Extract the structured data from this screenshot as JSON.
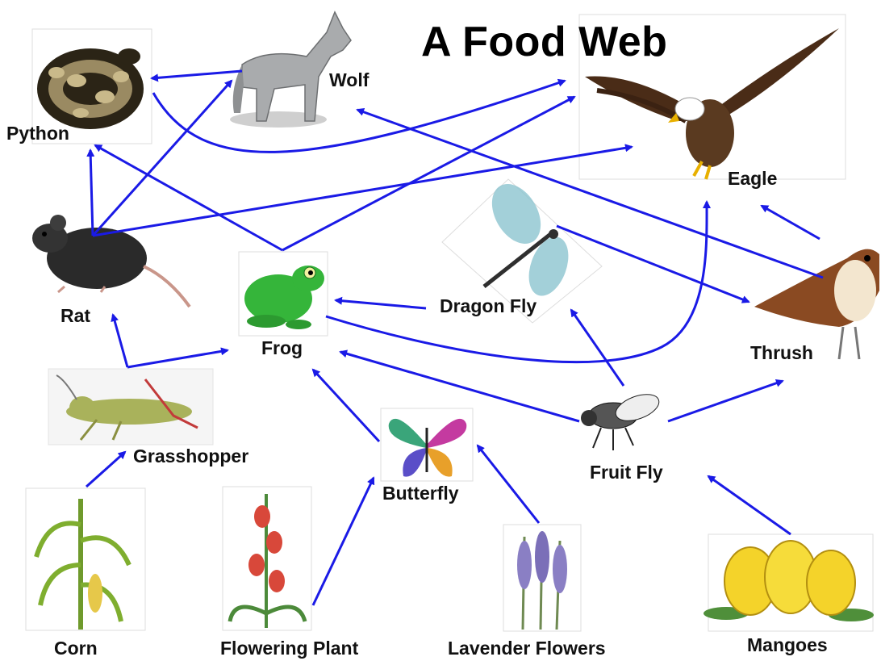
{
  "title": "A Food Web",
  "colors": {
    "arrow": "#1a1ae6"
  },
  "organisms": {
    "python": "Python",
    "wolf": "Wolf",
    "eagle": "Eagle",
    "rat": "Rat",
    "frog": "Frog",
    "dragonfly": "Dragon Fly",
    "thrush": "Thrush",
    "grasshopper": "Grasshopper",
    "butterfly": "Butterfly",
    "fruitfly": "Fruit Fly",
    "corn": "Corn",
    "flowering_plant": "Flowering Plant",
    "lavender": "Lavender Flowers",
    "mangoes": "Mangoes"
  },
  "links": [
    {
      "from": "Corn",
      "to": "Grasshopper"
    },
    {
      "from": "Grasshopper",
      "to": "Rat"
    },
    {
      "from": "Grasshopper",
      "to": "Frog"
    },
    {
      "from": "Flowering Plant",
      "to": "Butterfly"
    },
    {
      "from": "Lavender Flowers",
      "to": "Butterfly"
    },
    {
      "from": "Butterfly",
      "to": "Frog"
    },
    {
      "from": "Mangoes",
      "to": "Fruit Fly"
    },
    {
      "from": "Fruit Fly",
      "to": "Frog"
    },
    {
      "from": "Fruit Fly",
      "to": "Dragon Fly"
    },
    {
      "from": "Fruit Fly",
      "to": "Thrush"
    },
    {
      "from": "Dragon Fly",
      "to": "Frog"
    },
    {
      "from": "Dragon Fly",
      "to": "Thrush"
    },
    {
      "from": "Frog",
      "to": "Python"
    },
    {
      "from": "Frog",
      "to": "Eagle"
    },
    {
      "from": "Rat",
      "to": "Python"
    },
    {
      "from": "Rat",
      "to": "Wolf"
    },
    {
      "from": "Rat",
      "to": "Eagle"
    },
    {
      "from": "Wolf",
      "to": "Python"
    },
    {
      "from": "Python",
      "to": "Eagle"
    },
    {
      "from": "Thrush",
      "to": "Eagle"
    },
    {
      "from": "Thrush",
      "to": "Wolf"
    }
  ]
}
